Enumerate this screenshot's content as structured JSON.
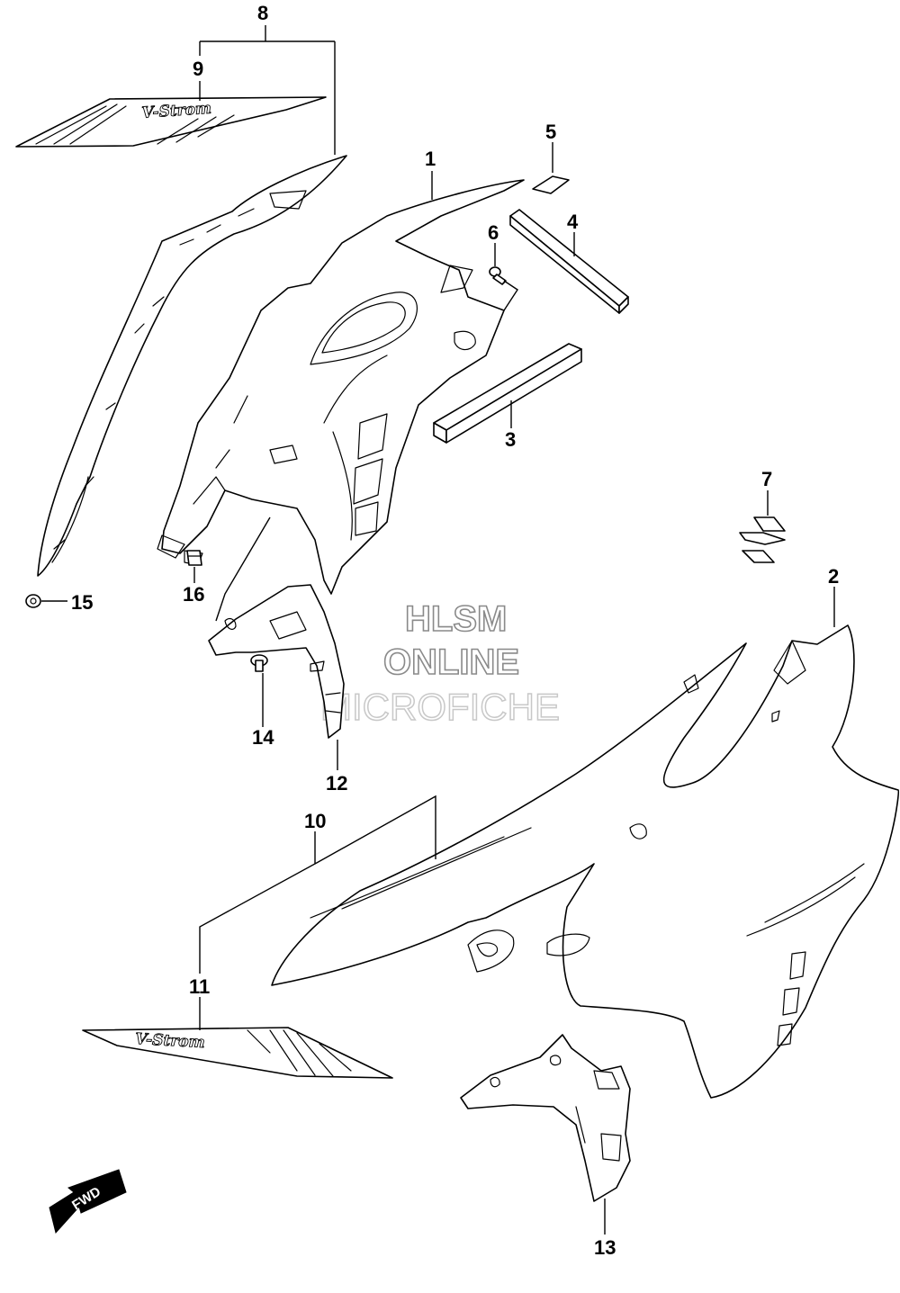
{
  "callouts": {
    "c1": "1",
    "c2": "2",
    "c3": "3",
    "c4": "4",
    "c5": "5",
    "c6": "6",
    "c7": "7",
    "c8": "8",
    "c9": "9",
    "c10": "10",
    "c11": "11",
    "c12": "12",
    "c13": "13",
    "c14": "14",
    "c15": "15",
    "c16": "16"
  },
  "watermark": {
    "line1": "HLSM",
    "line2": "ONLINE",
    "line3": "MICROFICHE"
  },
  "decal_text": {
    "upper": "V-Strom",
    "lower": "V-Strom"
  },
  "direction_arrow": {
    "label": "FWD"
  }
}
